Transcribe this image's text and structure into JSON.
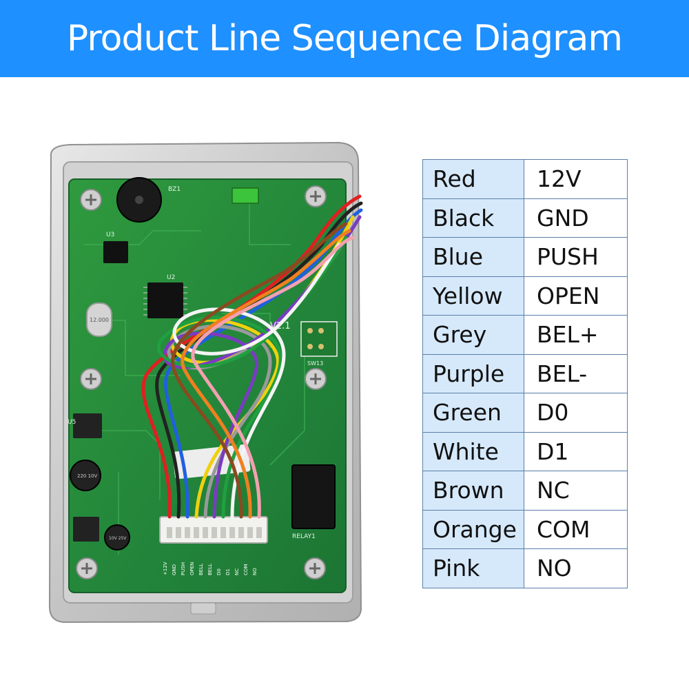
{
  "header": {
    "title": "Product Line Sequence Diagram",
    "bg_color": "#1e90ff"
  },
  "board": {
    "labels": {
      "bz": "BZ1",
      "u3": "U3",
      "u2": "U2",
      "version": "V2.1",
      "sw": "SW13",
      "relay": "RELAY1",
      "u5": "U5",
      "crystal": "12.000",
      "cap1": "220 10V",
      "cap2": "10V 25V"
    },
    "connector_pins": [
      "+12V",
      "GND",
      "PUSH",
      "OPEN",
      "BELL",
      "BELL",
      "D0",
      "D1",
      "NC",
      "COM",
      "NO"
    ]
  },
  "wire_table": {
    "rows": [
      {
        "color": "Red",
        "function": "12V",
        "swatch": "#e02020"
      },
      {
        "color": "Black",
        "function": "GND",
        "swatch": "#222222"
      },
      {
        "color": "Blue",
        "function": "PUSH",
        "swatch": "#2060e0"
      },
      {
        "color": "Yellow",
        "function": "OPEN",
        "swatch": "#f0d010"
      },
      {
        "color": "Grey",
        "function": "BEL+",
        "swatch": "#9a9a9a"
      },
      {
        "color": "Purple",
        "function": "BEL-",
        "swatch": "#7a3cc0"
      },
      {
        "color": "Green",
        "function": "D0",
        "swatch": "#20a040"
      },
      {
        "color": "White",
        "function": "D1",
        "swatch": "#f4f4f4"
      },
      {
        "color": "Brown",
        "function": "NC",
        "swatch": "#8a4a20"
      },
      {
        "color": "Orange",
        "function": "COM",
        "swatch": "#f08020"
      },
      {
        "color": "Pink",
        "function": "NO",
        "swatch": "#f4a0b0"
      }
    ]
  }
}
